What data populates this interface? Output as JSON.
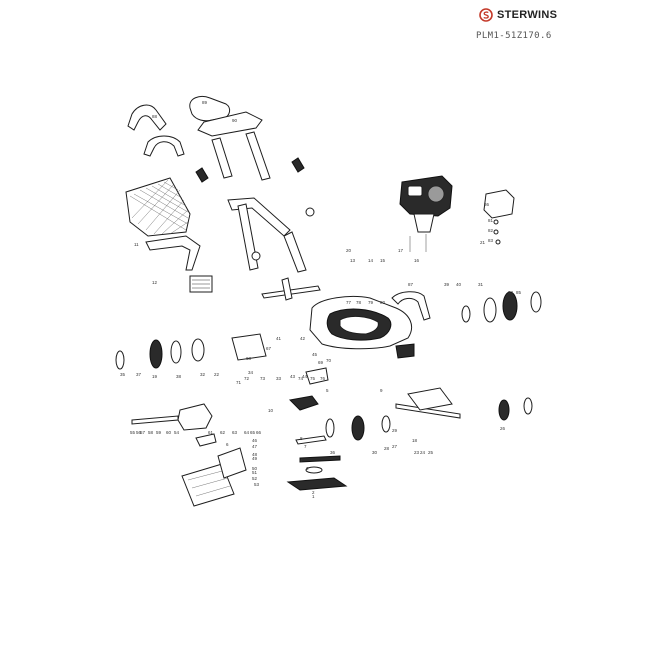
{
  "brand": {
    "name": "STERWINS",
    "logo_icon": "sterwins-logo-icon"
  },
  "model_code": "PLM1-51Z170.6",
  "callouts": [
    "1",
    "2",
    "3",
    "4",
    "5",
    "6",
    "7",
    "8",
    "9",
    "10",
    "11",
    "12",
    "13",
    "14",
    "15",
    "16",
    "17",
    "18",
    "19",
    "20",
    "21",
    "22",
    "23",
    "24",
    "25",
    "26",
    "27",
    "28",
    "29",
    "30",
    "31",
    "32",
    "33",
    "34",
    "35",
    "36",
    "37",
    "38",
    "39",
    "40",
    "41",
    "42",
    "43",
    "44",
    "45",
    "46",
    "47",
    "48",
    "49",
    "50",
    "51",
    "52",
    "53",
    "54",
    "55",
    "56",
    "57",
    "58",
    "59",
    "60",
    "61",
    "62",
    "63",
    "64",
    "65",
    "66",
    "67",
    "68",
    "69",
    "70",
    "71",
    "72",
    "73",
    "74",
    "75",
    "76",
    "77",
    "78",
    "79",
    "80",
    "81",
    "82",
    "83",
    "84",
    "85",
    "86",
    "87",
    "88",
    "89",
    "90"
  ],
  "colors": {
    "line": "#1e1e1e",
    "text": "#222222",
    "background": "#ffffff"
  }
}
